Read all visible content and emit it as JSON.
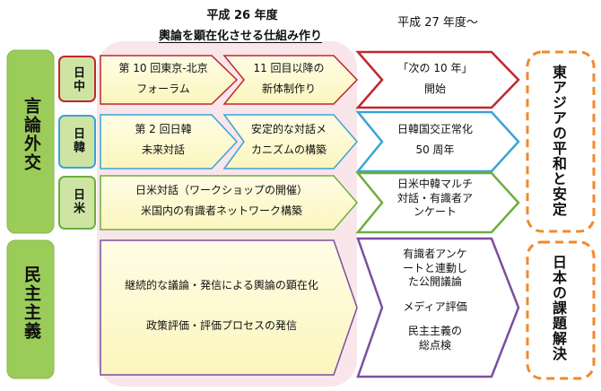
{
  "header": {
    "period1": "平成 26 年度",
    "period1_subtitle": "輿論を顕在化させる仕組み作り",
    "period2": "平成 27 年度～"
  },
  "categories": {
    "genron": {
      "label": "言論外交",
      "color": "#9bcc5a"
    },
    "minshu": {
      "label": "民主主義",
      "color": "#9bcc5a"
    }
  },
  "subrows": {
    "nicchu": "日中",
    "nikkan": "日韓",
    "nichibei": "日米"
  },
  "rows": {
    "nicchu": {
      "step1": [
        "第 10 回東京-北京",
        "フォーラム"
      ],
      "step2": [
        "11 回目以降の",
        "新体制作り"
      ],
      "step3": [
        "「次の 10 年」",
        "開始"
      ]
    },
    "nikkan": {
      "step1": [
        "第 2 回日韓",
        "未来対話"
      ],
      "step2": [
        "安定的な対話メ",
        "カニズムの構築"
      ],
      "step3": [
        "日韓国交正常化",
        "50 周年"
      ]
    },
    "nichibei": {
      "step12": [
        "日米対話（ワークショップの開催）",
        "米国内の有識者ネットワーク構築"
      ],
      "step3": [
        "日米中韓マルチ",
        "対話・有識者ア",
        "ンケート"
      ]
    },
    "minshu": {
      "step12": [
        "継続的な議論・発信による輿論の顕在化",
        "政策評価・評価プロセスの発信"
      ],
      "step3": [
        "有識者アンケ",
        "ートと連動し",
        "た公開議論",
        "メディア評価",
        "民主主義の",
        "総点検"
      ]
    }
  },
  "goals": {
    "goal1": "東アジアの平和と安定",
    "goal2": "日本の課題解決"
  },
  "colors": {
    "red": "#c0272d",
    "blue": "#3aa3d8",
    "green": "#6dae3e",
    "purple": "#7b4f9e",
    "orange": "#f08a2c",
    "pink_band": "#f7dfe4",
    "arrow_fill": "#fdfbd4"
  }
}
